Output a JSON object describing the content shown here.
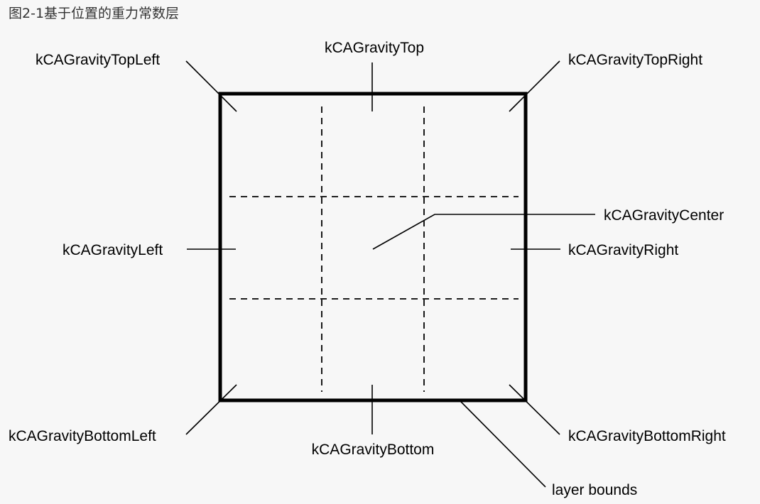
{
  "caption": "图2-1基于位置的重力常数层",
  "labels": {
    "top_left": "kCAGravityTopLeft",
    "top": "kCAGravityTop",
    "top_right": "kCAGravityTopRight",
    "center": "kCAGravityCenter",
    "left": "kCAGravityLeft",
    "right": "kCAGravityRight",
    "bottom_left": "kCAGravityBottomLeft",
    "bottom": "kCAGravityBottom",
    "bottom_right": "kCAGravityBottomRight",
    "layer_bounds": "layer bounds"
  },
  "colors": {
    "background": "#f7f7f7",
    "ink": "#000000",
    "caption": "#333333"
  }
}
